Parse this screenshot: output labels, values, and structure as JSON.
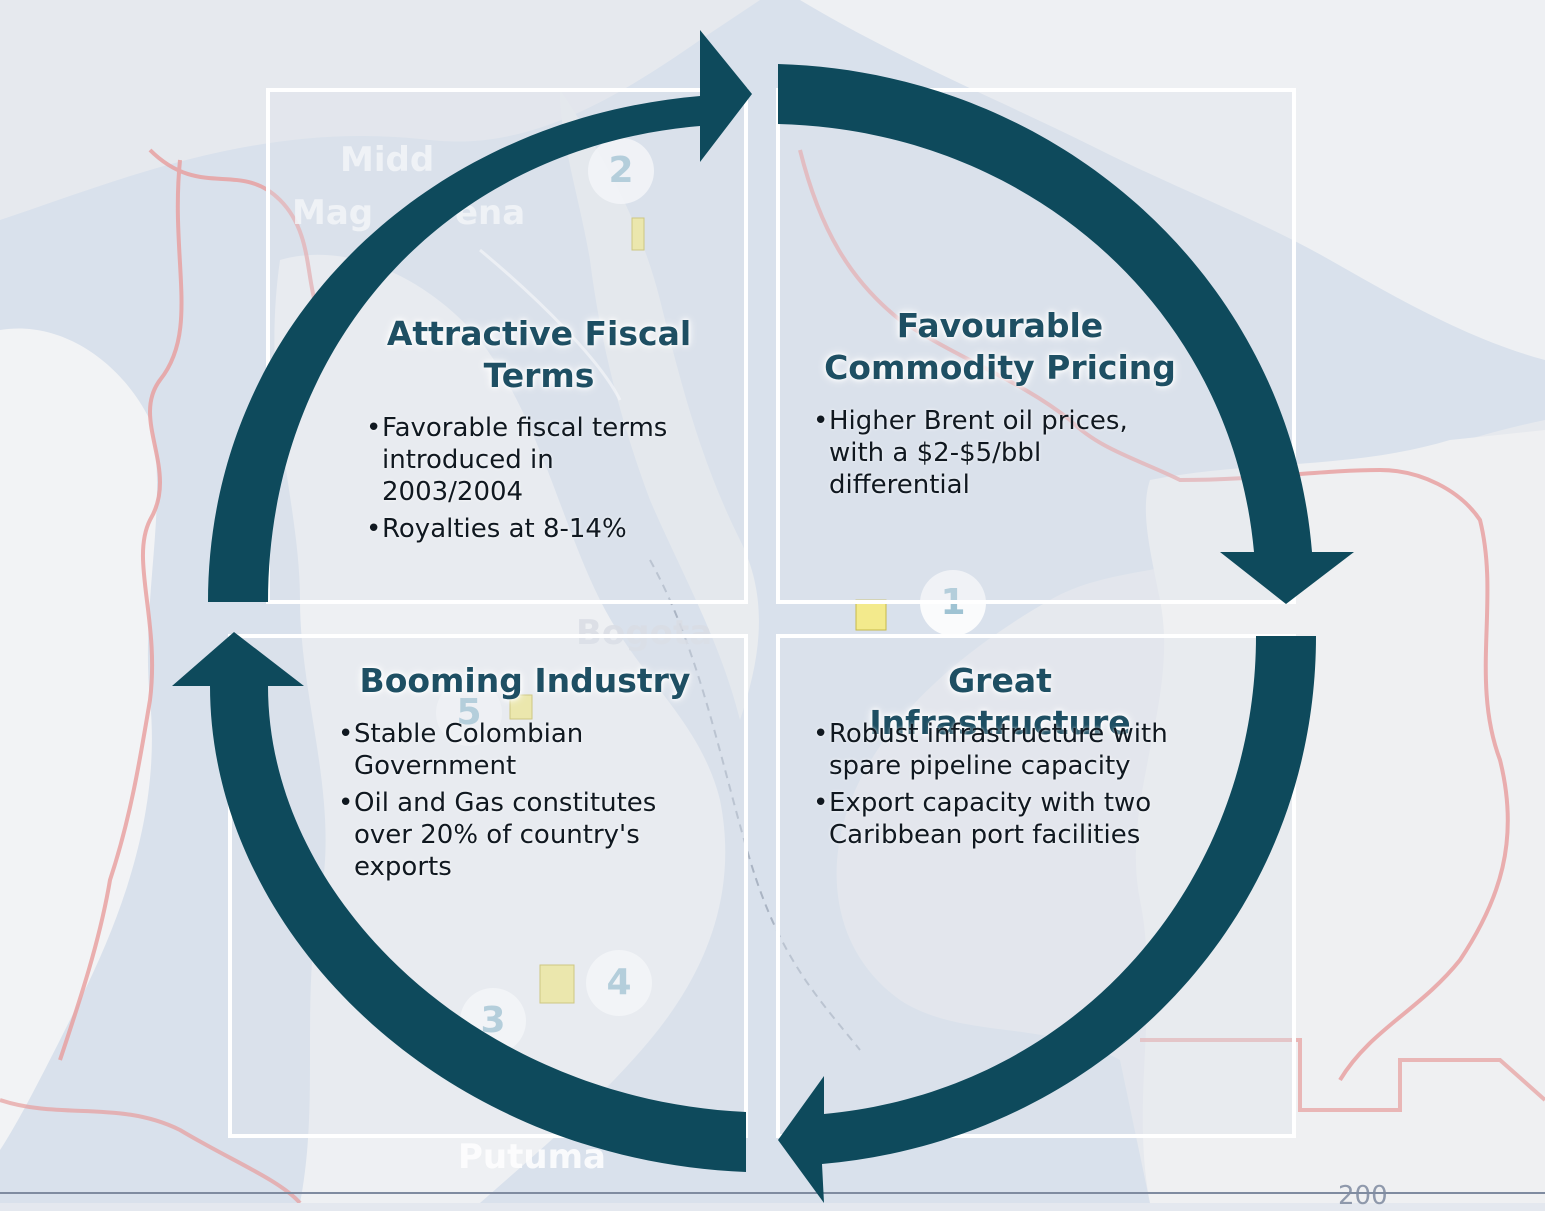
{
  "map": {
    "labels": [
      "Midd",
      "Mag",
      "ena",
      "Bogota",
      "Putuma",
      "200"
    ],
    "markers": [
      "1",
      "2",
      "3",
      "4",
      "5"
    ]
  },
  "colors": {
    "arrow": "#0e4a5c",
    "title": "#1e4f63",
    "map_water": "#d7e0ec",
    "map_land": "#eef0f3",
    "border": "#e79c9c"
  },
  "quadrants": [
    {
      "id": "fiscal",
      "title_lines": [
        "Attractive Fiscal",
        "Terms"
      ],
      "bullets": [
        "Favorable fiscal terms introduced in 2003/2004",
        "Royalties at 8-14%"
      ]
    },
    {
      "id": "pricing",
      "title_lines": [
        "Favourable",
        "Commodity Pricing"
      ],
      "bullets": [
        "Higher Brent oil prices, with a $2-$5/bbl differential"
      ]
    },
    {
      "id": "industry",
      "title_lines": [
        "Booming Industry"
      ],
      "bullets": [
        "Stable Colombian Government",
        "Oil and Gas constitutes over 20% of country's exports"
      ]
    },
    {
      "id": "infrastructure",
      "title_lines": [
        "Great Infrastructure"
      ],
      "bullets": [
        "Robust infrastructure with spare pipeline capacity",
        "Export capacity with two Caribbean port facilities"
      ]
    }
  ],
  "bullet_char": "•"
}
